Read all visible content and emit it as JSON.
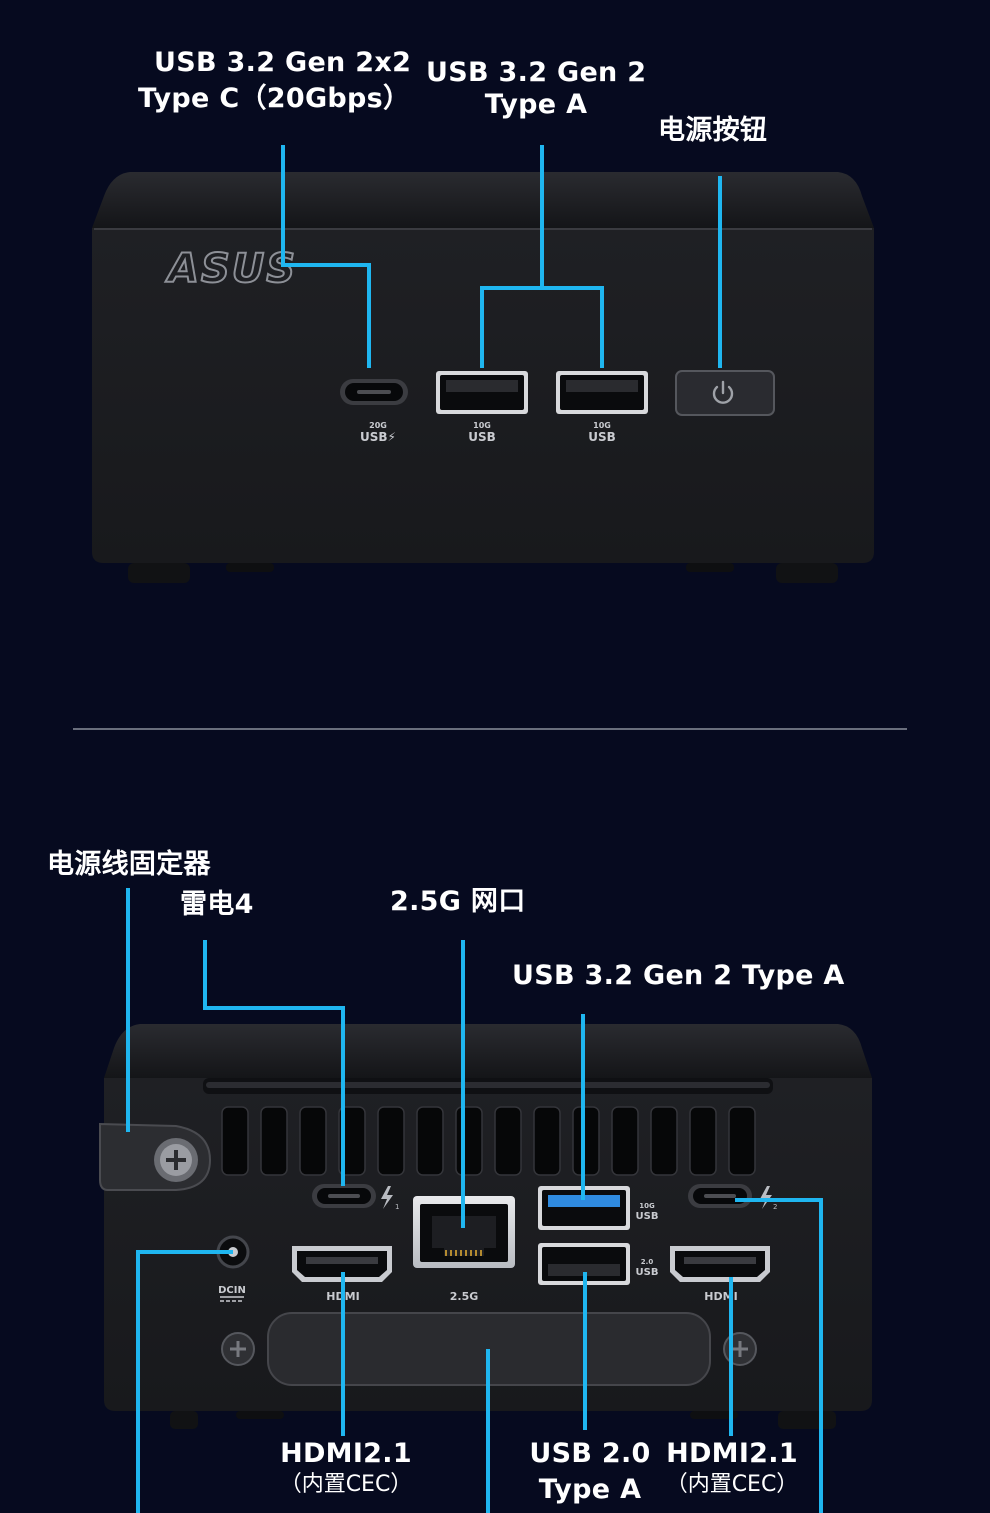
{
  "colors": {
    "background": "#060a1f",
    "callout_line": "#1fb6f0",
    "device_body": "#1d1e22",
    "divider": "#8a8f9c",
    "usb3_port_blue": "#2f8be0"
  },
  "front_view": {
    "logo_text": "ASUS",
    "labels": {
      "usb_c_line1": "USB 3.2 Gen 2x2",
      "usb_c_line2": "Type C（20Gbps）",
      "usb_a_line1": "USB 3.2 Gen 2",
      "usb_a_line2": "Type A",
      "power_button": "电源按钮"
    },
    "port_marks": {
      "usb_c_speed": "20G",
      "usb_c_name": "USB⚡",
      "usb_a1_speed": "10G",
      "usb_a1_name": "USB",
      "usb_a2_speed": "10G",
      "usb_a2_name": "USB"
    },
    "icons": {
      "power": "power-icon"
    }
  },
  "rear_view": {
    "labels": {
      "cable_holder": "电源线固定器",
      "thunderbolt": "雷电4",
      "lan": "2.5G 网口",
      "usb_a_rear": "USB 3.2 Gen 2 Type A",
      "hdmi1_line1": "HDMI2.1",
      "hdmi1_line2": "（内置CEC）",
      "usb2_line1": "USB 2.0",
      "usb2_line2": "Type A",
      "hdmi2_line1": "HDMI2.1",
      "hdmi2_line2": "（内置CEC）"
    },
    "port_marks": {
      "dcin": "DCIN",
      "hdmi1": "HDMI",
      "lan": "2.5G",
      "hdmi2": "HDMI",
      "usb3_speed": "10G",
      "usb3_name": "USB",
      "usb2_speed": "2.0",
      "usb2_name": "USB"
    },
    "icons": {
      "thunderbolt1": "thunderbolt-1-icon",
      "thunderbolt2": "thunderbolt-2-icon",
      "screw": "screw-icon"
    }
  }
}
